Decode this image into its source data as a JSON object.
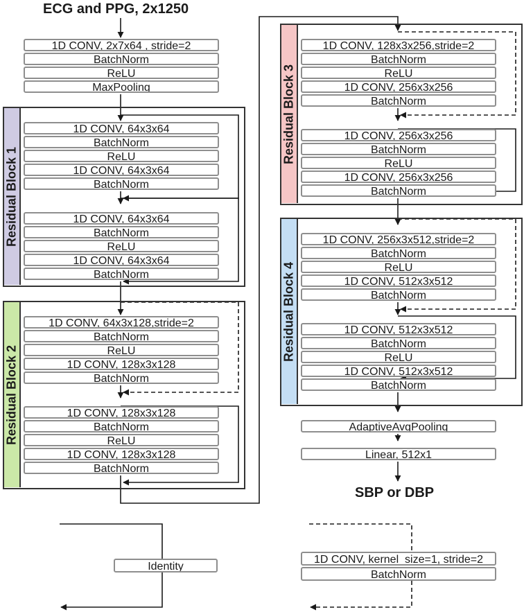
{
  "title": "ECG and PPG, 2x1250",
  "output": "SBP or DBP",
  "stem": [
    "1D CONV, 2x7x64 , stride=2",
    "BatchNorm",
    "ReLU",
    "MaxPooling"
  ],
  "blocks": {
    "rb1": {
      "label": "Residual Block 1",
      "color": "#cfcbe3",
      "units": [
        [
          "1D CONV, 64x3x64",
          "BatchNorm",
          "ReLU",
          "1D CONV, 64x3x64",
          "BatchNorm"
        ],
        [
          "1D CONV, 64x3x64",
          "BatchNorm",
          "ReLU",
          "1D CONV, 64x3x64",
          "BatchNorm"
        ]
      ]
    },
    "rb2": {
      "label": "Residual Block 2",
      "color": "#cbe8a8",
      "units": [
        [
          "1D CONV, 64x3x128,stride=2",
          "BatchNorm",
          "ReLU",
          "1D CONV, 128x3x128",
          "BatchNorm"
        ],
        [
          "1D CONV, 128x3x128",
          "BatchNorm",
          "ReLU",
          "1D CONV, 128x3x128",
          "BatchNorm"
        ]
      ]
    },
    "rb3": {
      "label": "Residual Block 3",
      "color": "#f6c6c6",
      "units": [
        [
          "1D CONV, 128x3x256,stride=2",
          "BatchNorm",
          "ReLU",
          "1D CONV, 256x3x256",
          "BatchNorm"
        ],
        [
          "1D CONV, 256x3x256",
          "BatchNorm",
          "ReLU",
          "1D CONV, 256x3x256",
          "BatchNorm"
        ]
      ]
    },
    "rb4": {
      "label": "Residual Block 4",
      "color": "#c4def4",
      "units": [
        [
          "1D CONV, 256x3x512,stride=2",
          "BatchNorm",
          "ReLU",
          "1D CONV, 512x3x512",
          "BatchNorm"
        ],
        [
          "1D CONV, 512x3x512",
          "BatchNorm",
          "ReLU",
          "1D CONV, 512x3x512",
          "BatchNorm"
        ]
      ]
    }
  },
  "head": [
    "AdaptiveAvgPooling",
    "Linear, 512x1"
  ],
  "legend": {
    "identity": "Identity",
    "downsample": [
      "1D CONV, kernel_size=1, stride=2",
      "BatchNorm"
    ]
  },
  "colors": {
    "box_border": "#8e8e8e",
    "block_border": "#333333",
    "wire": "#1a1a1a"
  }
}
